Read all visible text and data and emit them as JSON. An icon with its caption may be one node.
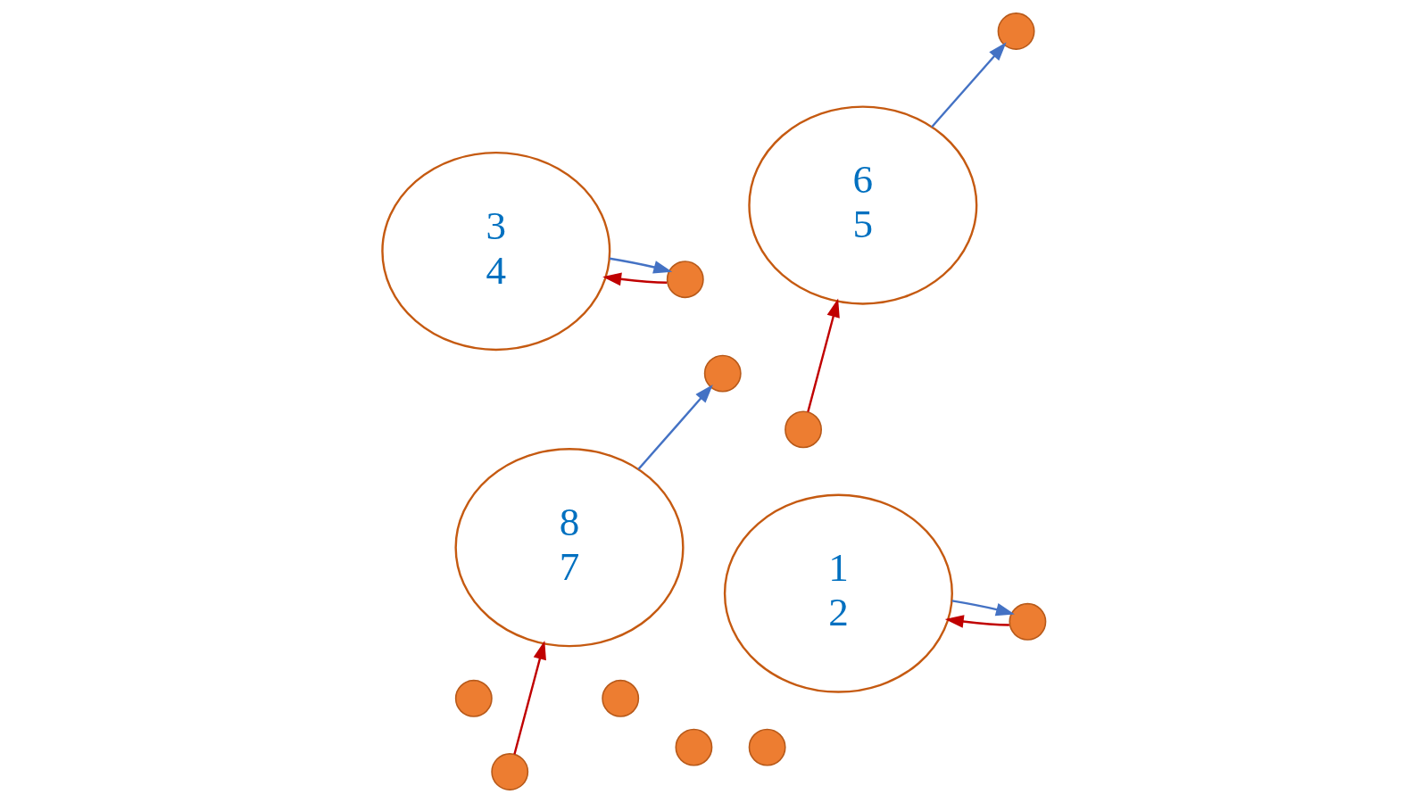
{
  "diagram": {
    "nodes": [
      {
        "text": [
          "8",
          "7"
        ]
      },
      {
        "text": [
          "6",
          "5"
        ]
      },
      {
        "text": [
          "1",
          "2"
        ]
      },
      {
        "text": [
          "3",
          "4"
        ]
      },
      {
        "text": [],
        "shape": "circle"
      },
      {
        "text": [],
        "shape": "circle"
      },
      {
        "text": [],
        "shape": "circle"
      },
      {
        "text": [],
        "shape": "circle"
      },
      {
        "text": [],
        "shape": "circle"
      },
      {
        "text": [],
        "shape": "circle"
      },
      {
        "text": [],
        "shape": "circle"
      },
      {
        "text": [],
        "shape": "circle"
      },
      {
        "text": [],
        "shape": "circle"
      },
      {
        "text": [],
        "shape": "circle"
      }
    ],
    "edges": [
      {
        "from": 0,
        "to": 6,
        "arrow": "to",
        "color": "#4472c4"
      },
      {
        "from": 8,
        "to": 0,
        "arrow": "to",
        "color": "#c00000"
      },
      {
        "from": 1,
        "to": 5,
        "arrow": "to",
        "color": "#4472c4"
      },
      {
        "from": 9,
        "to": 1,
        "arrow": "to",
        "color": "#c00000"
      },
      {
        "from": 2,
        "to": 12,
        "arrow": "to",
        "color": "#4472c4"
      },
      {
        "from": 12,
        "to": 2,
        "arrow": "to",
        "color": "#c00000"
      },
      {
        "from": 3,
        "to": 11,
        "arrow": "to",
        "color": "#4472c4"
      },
      {
        "from": 11,
        "to": 3,
        "arrow": "to",
        "color": "#c00000"
      }
    ]
  }
}
